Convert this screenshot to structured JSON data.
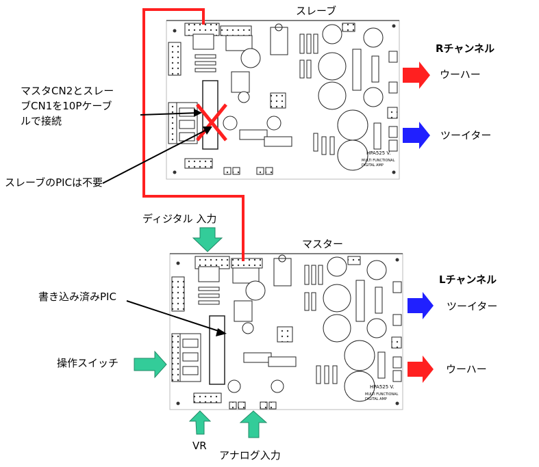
{
  "slave": {
    "title": "スレーブ",
    "channel": "Rチャンネル",
    "out_top": "ウーハー",
    "out_bottom": "ツーイター",
    "note_line1": "マスタCN2とスレー",
    "note_line2": "ブCN1を10Pケーブ",
    "note_line3": "ルで接続",
    "pic_note": "スレーブのPICは不要"
  },
  "master": {
    "title": "マスター",
    "channel": "Lチャンネル",
    "out_top": "ツーイター",
    "out_bottom": "ウーハー",
    "digital_in": "ディジタル 入力",
    "pic_written": "書き込み済みPIC",
    "switch": "操作スイッチ",
    "vr": "VR",
    "analog_in": "アナログ入力"
  },
  "colors": {
    "cable": "#ff2020",
    "woofer_arrow": "#ff2020",
    "tweeter_arrow": "#2020ff",
    "input_arrow": "#33cc99"
  },
  "board_silkscreen": {
    "model": "HPA525 V.",
    "sub1": "MULTI FUNCTIONAL",
    "sub2": "DIGITAL AMP"
  }
}
